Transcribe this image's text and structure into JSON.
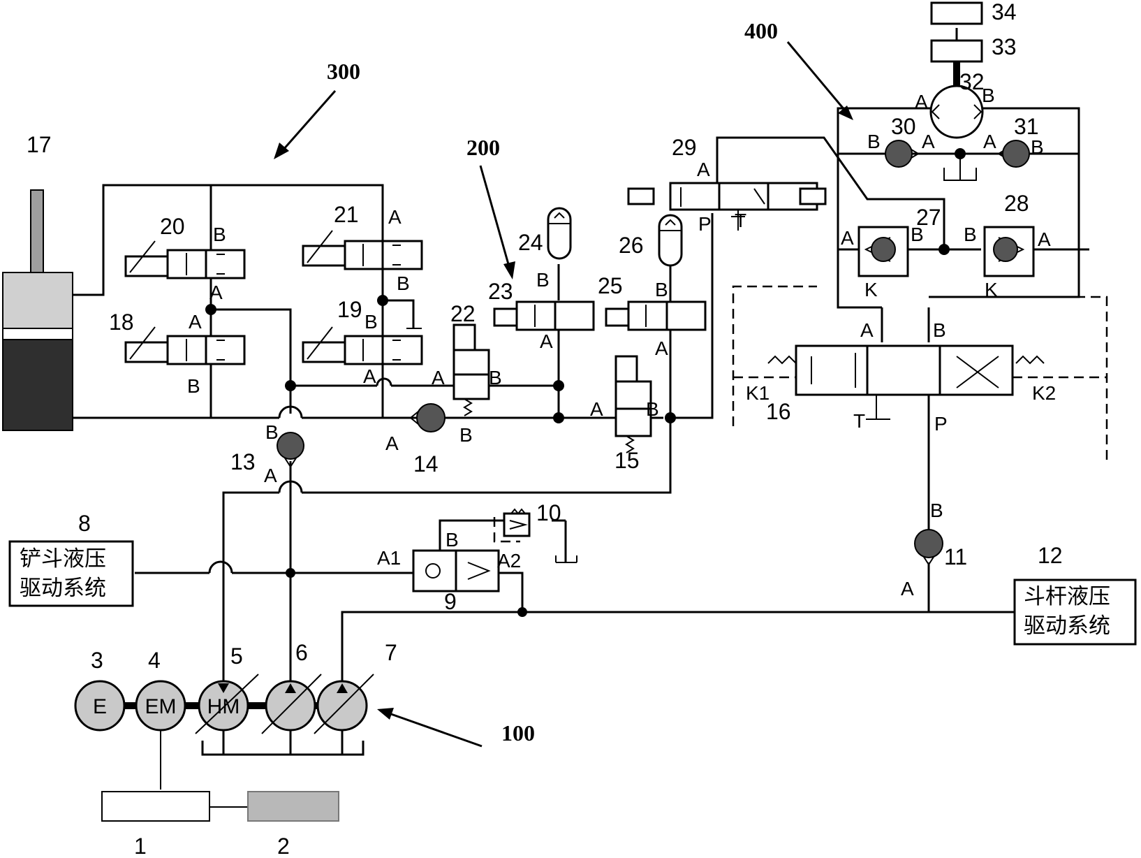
{
  "system_labels": {
    "s300": "300",
    "s200": "200",
    "s400": "400",
    "s100": "100"
  },
  "components": {
    "c1": "1",
    "c2": "2",
    "c3": "3",
    "c4": "4",
    "c5": "5",
    "c6": "6",
    "c7": "7",
    "c8": "8",
    "c9": "9",
    "c10": "10",
    "c11": "11",
    "c12": "12",
    "c13": "13",
    "c14": "14",
    "c15": "15",
    "c16": "16",
    "c17": "17",
    "c18": "18",
    "c19": "19",
    "c20": "20",
    "c21": "21",
    "c22": "22",
    "c23": "23",
    "c24": "24",
    "c25": "25",
    "c26": "26",
    "c27": "27",
    "c28": "28",
    "c29": "29",
    "c30": "30",
    "c31": "31",
    "c32": "32",
    "c33": "33",
    "c34": "34"
  },
  "machines": {
    "engine": "E",
    "motor_generator": "EM",
    "hydraulic_motor": "HM"
  },
  "systems_text": {
    "bucket_line1": "铲斗液压",
    "bucket_line2": "驱动系统",
    "stick_line1": "斗杆液压",
    "stick_line2": "驱动系统"
  },
  "ports": {
    "a": "A",
    "b": "B",
    "p": "P",
    "t": "T",
    "a1": "A1",
    "a2": "A2",
    "k": "K",
    "k1": "K1",
    "k2": "K2"
  }
}
